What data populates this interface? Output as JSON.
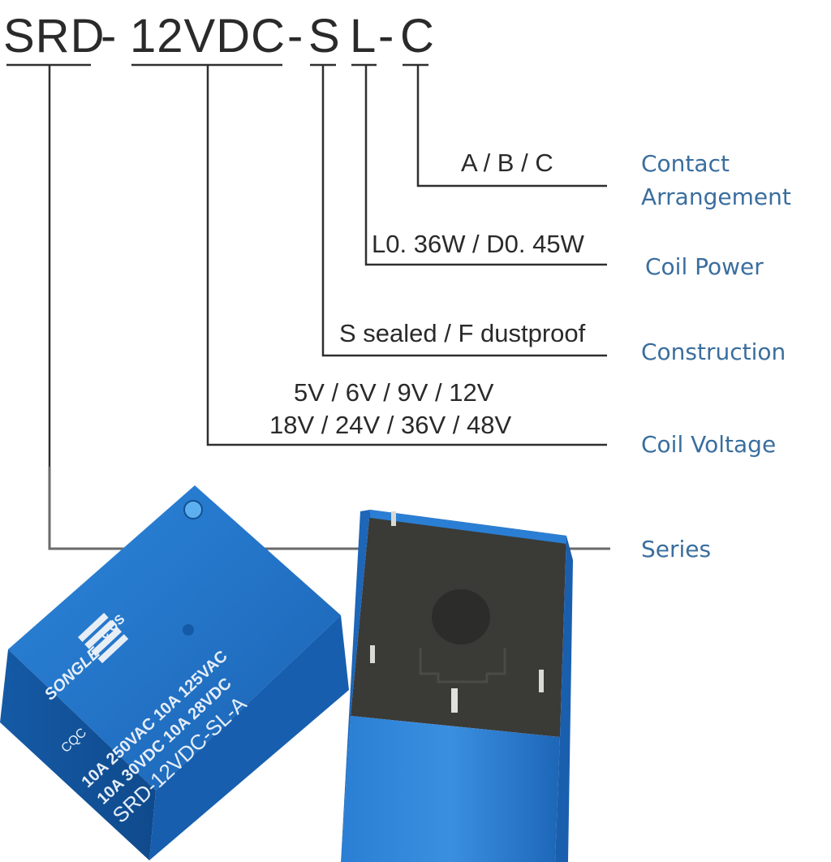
{
  "part_number": {
    "series": "SRD",
    "dash1": "-",
    "voltage": "12VDC",
    "dash2": "-",
    "construction": "S",
    "coil_power": "L",
    "dash3": "-",
    "contact": "C"
  },
  "options": {
    "contact_arrangement": "A / B / C",
    "coil_power": "L0. 36W / D0. 45W",
    "construction": "S sealed / F dustproof",
    "coil_voltage_line1": "5V / 6V / 9V / 12V",
    "coil_voltage_line2": "18V / 24V / 36V / 48V"
  },
  "labels": {
    "contact_arrangement_1": "Contact",
    "contact_arrangement_2": "Arrangement",
    "coil_power": "Coil Power",
    "construction": "Construction",
    "coil_voltage": "Coil Voltage",
    "series": "Series"
  },
  "relay_print": {
    "brand": "SONGLE",
    "rating_line1": "10A 250VAC  10A 125VAC",
    "rating_line2": "10A 30VDC  10A 28VDC",
    "model": "SRD-12VDC-SL-A",
    "cert": "CQC",
    "ul": "c  US"
  },
  "colors": {
    "label_blue": "#3a6e9e",
    "text_dark": "#2a2a2a",
    "relay_blue": "#1f6fc4",
    "leader_line": "#3a3a3a"
  }
}
